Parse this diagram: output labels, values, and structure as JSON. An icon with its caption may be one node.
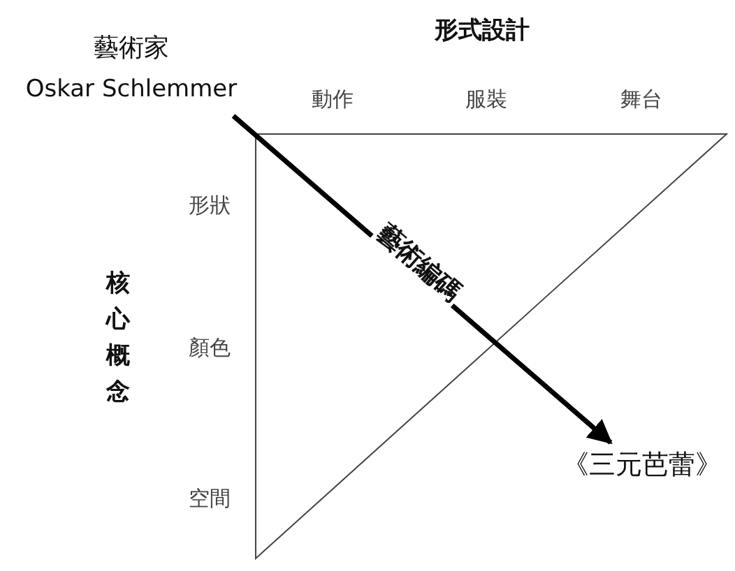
{
  "diagram": {
    "nodes": [
      {
        "text": [
          "藝術家",
          "Oskar Schlemmer"
        ]
      },
      {
        "text": [
          "《三元芭蕾》"
        ]
      }
    ],
    "edges": [
      {
        "from": 0,
        "to": 1,
        "arrow": "to",
        "label": "藝術編碼"
      }
    ],
    "labels": [
      "形式設計",
      "動作",
      "服裝",
      "舞台",
      "核心概念",
      "形狀",
      "顏色",
      "空間"
    ]
  }
}
